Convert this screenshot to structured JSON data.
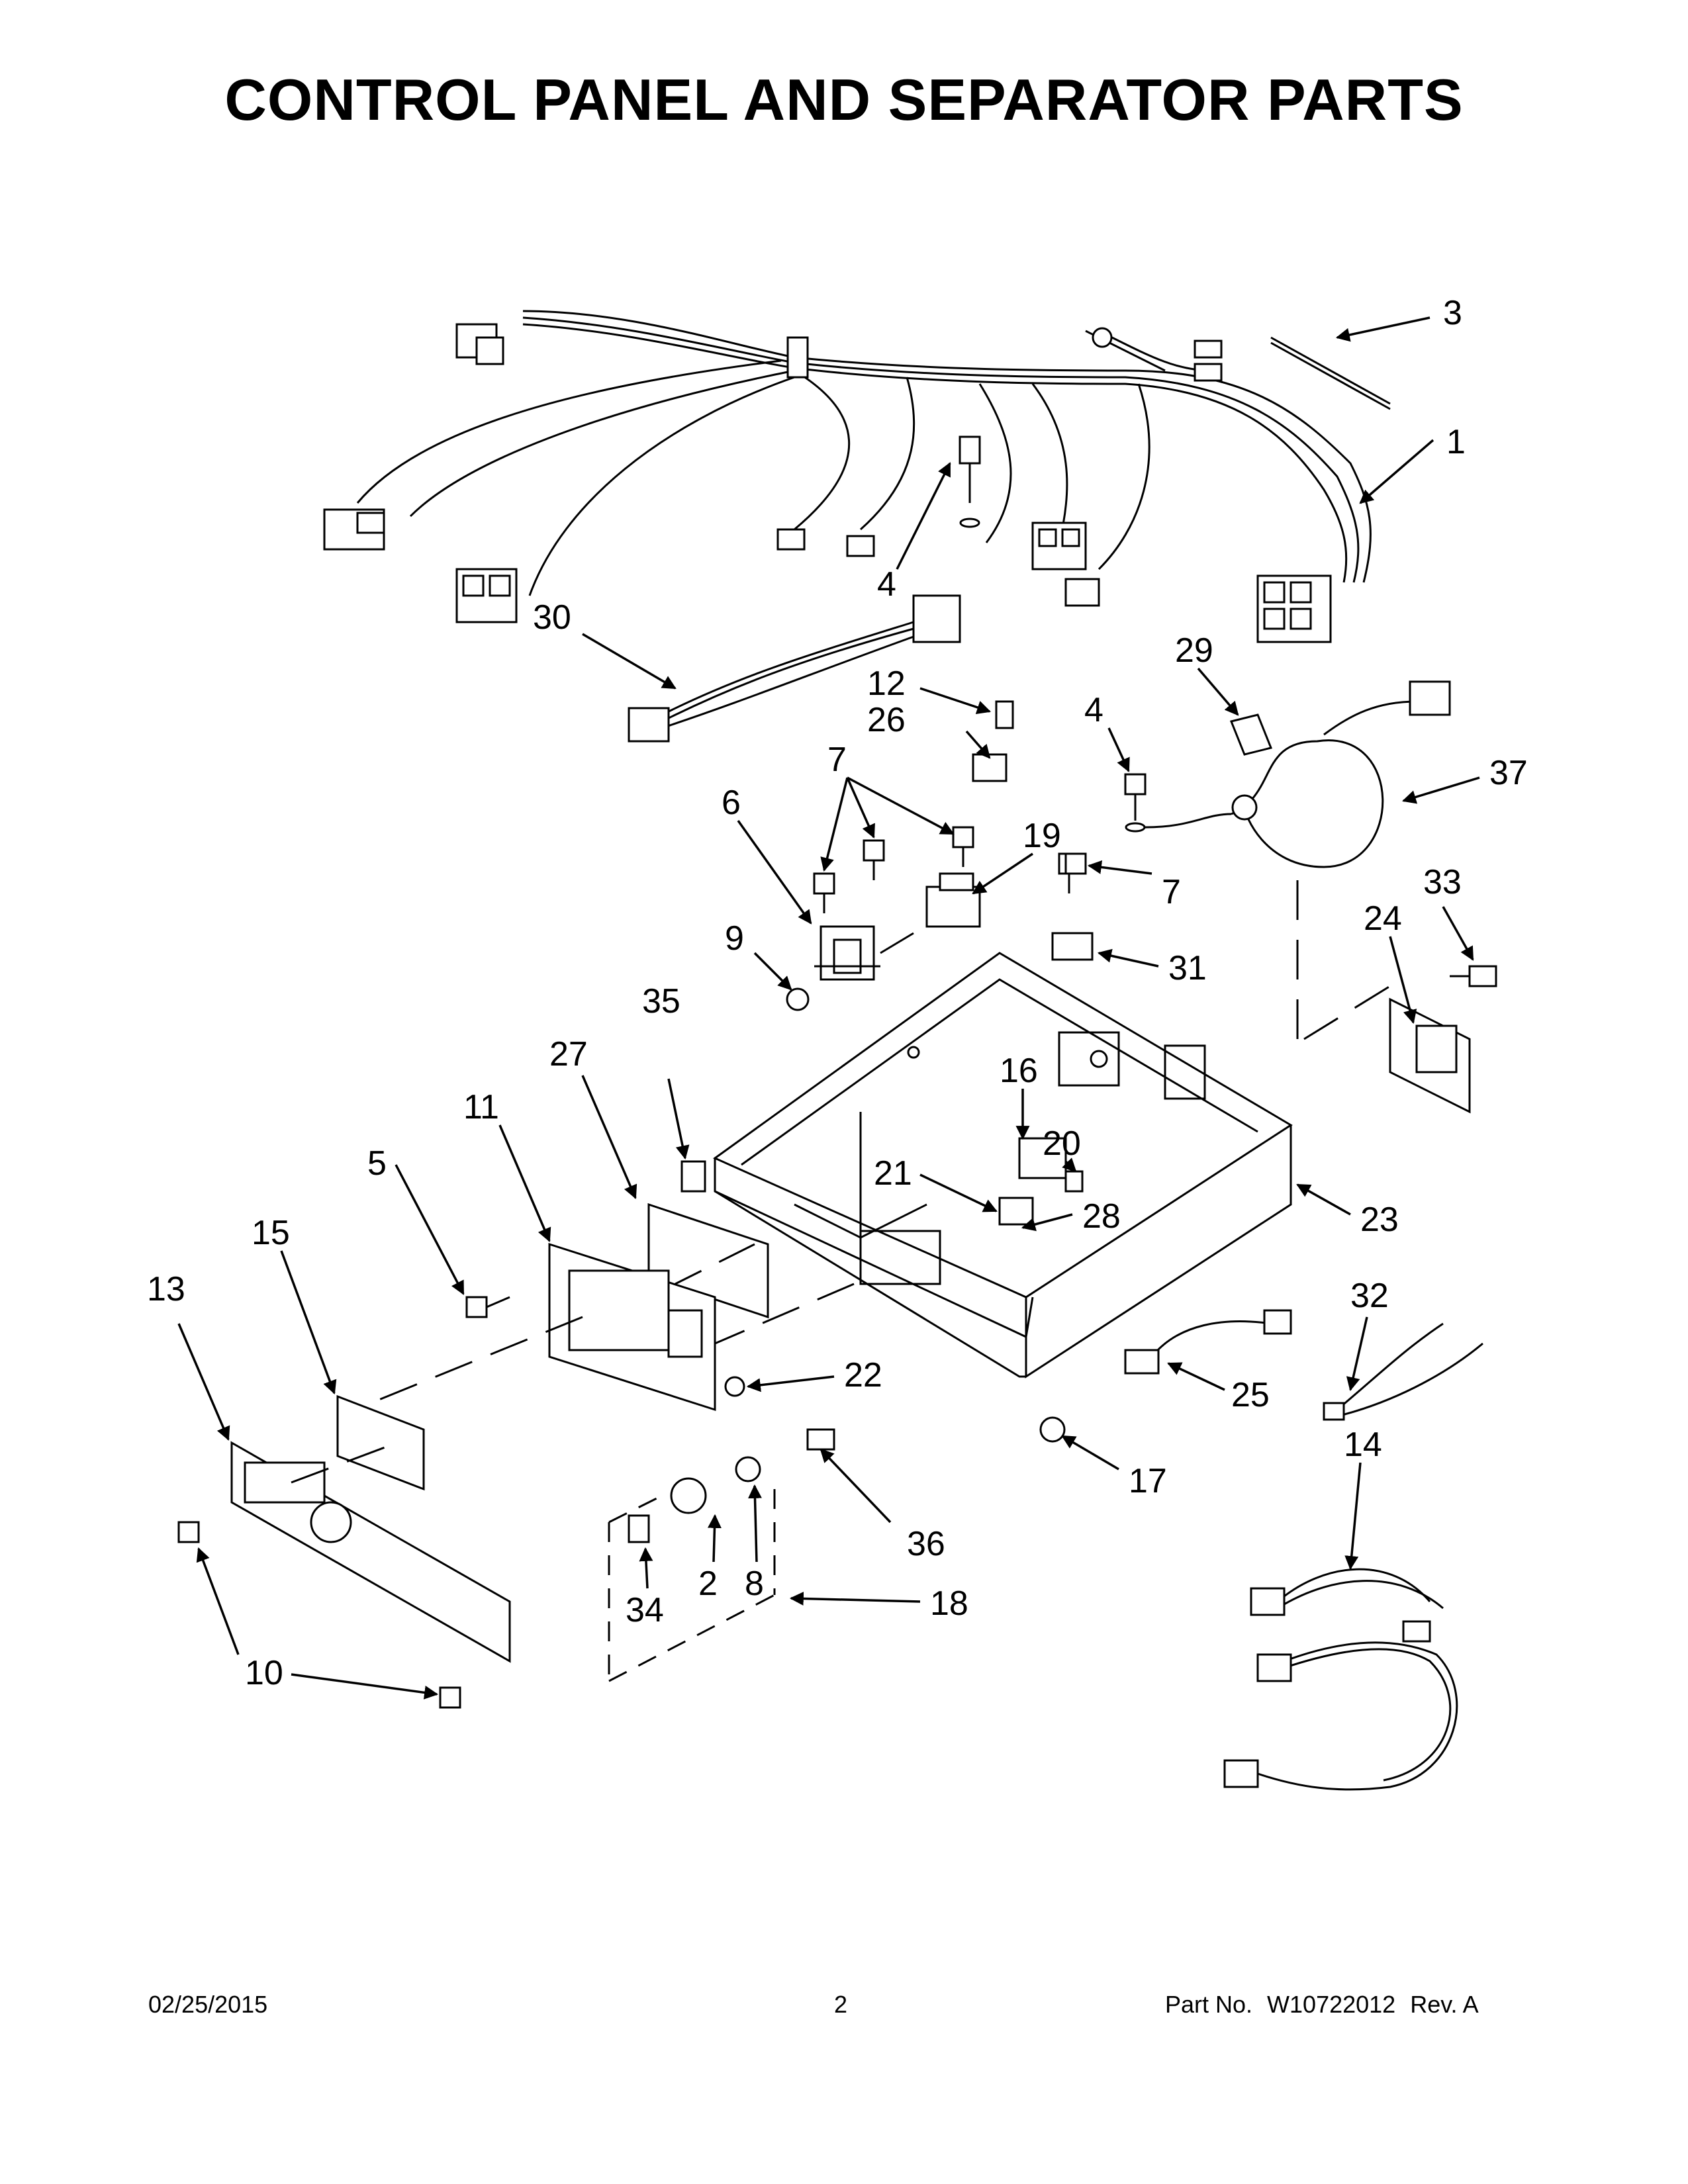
{
  "title": "CONTROL PANEL AND SEPARATOR PARTS",
  "callouts": [
    {
      "label": "1"
    },
    {
      "label": "2"
    },
    {
      "label": "3"
    },
    {
      "label": "4"
    },
    {
      "label": "4"
    },
    {
      "label": "5"
    },
    {
      "label": "6"
    },
    {
      "label": "7"
    },
    {
      "label": "7"
    },
    {
      "label": "8"
    },
    {
      "label": "9"
    },
    {
      "label": "10"
    },
    {
      "label": "11"
    },
    {
      "label": "12"
    },
    {
      "label": "13"
    },
    {
      "label": "14"
    },
    {
      "label": "15"
    },
    {
      "label": "16"
    },
    {
      "label": "17"
    },
    {
      "label": "18"
    },
    {
      "label": "19"
    },
    {
      "label": "20"
    },
    {
      "label": "21"
    },
    {
      "label": "22"
    },
    {
      "label": "23"
    },
    {
      "label": "24"
    },
    {
      "label": "25"
    },
    {
      "label": "26"
    },
    {
      "label": "27"
    },
    {
      "label": "28"
    },
    {
      "label": "29"
    },
    {
      "label": "30"
    },
    {
      "label": "31"
    },
    {
      "label": "32"
    },
    {
      "label": "33"
    },
    {
      "label": "34"
    },
    {
      "label": "35"
    },
    {
      "label": "36"
    },
    {
      "label": "37"
    }
  ],
  "footer": {
    "date": "02/25/2015",
    "page": "2",
    "part_label": "Part No.",
    "part_number": "W10722012",
    "revision": "Rev.  A"
  }
}
